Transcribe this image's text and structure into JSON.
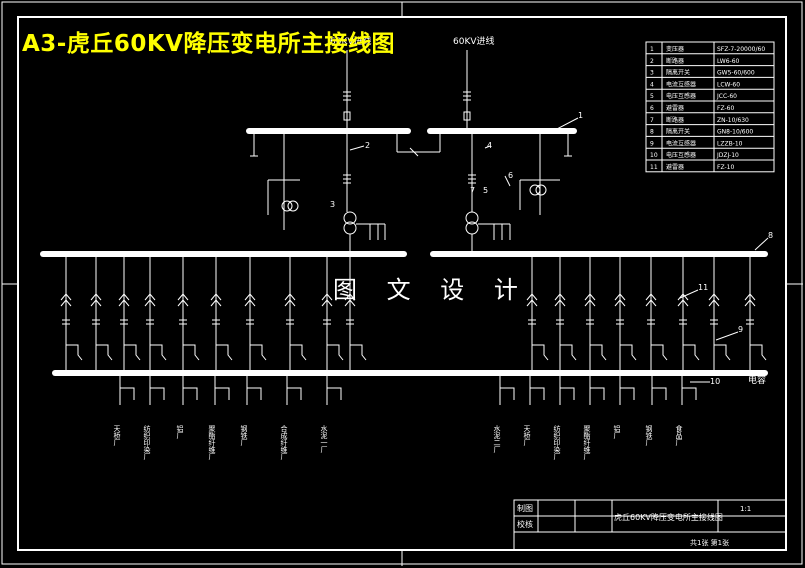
{
  "title": "A3-虎丘60KV降压变电所主接线图",
  "watermark": "图 文 设 计",
  "incoming_labels": [
    "60KV进线",
    "60KV进线"
  ],
  "bus_numbers": [
    "1",
    "2",
    "3",
    "4",
    "5",
    "6",
    "7",
    "8",
    "9",
    "10",
    "11"
  ],
  "capacitor_label": "电容",
  "feeders_left": [
    "天桥厂",
    "纺织印染厂",
    "铝厂",
    "聚酯纤维厂",
    "钢铁厂",
    "合成纤维厂",
    "水泥一厂"
  ],
  "feeders_right": [
    "水泥二厂",
    "天桥厂",
    "纺织印染厂",
    "聚酯纤维厂",
    "铝厂",
    "钢铁厂",
    "食品厂"
  ],
  "equipment_table": {
    "rows": [
      [
        "1",
        "变压器",
        "SFZ-7-20000/60"
      ],
      [
        "2",
        "断路器",
        "LW6-60"
      ],
      [
        "3",
        "隔离开关",
        "GW5-60/600"
      ],
      [
        "4",
        "电流互感器",
        "LCW-60"
      ],
      [
        "5",
        "电压互感器",
        "JCC-60"
      ],
      [
        "6",
        "避雷器",
        "FZ-60"
      ],
      [
        "7",
        "断路器",
        "ZN-10/630"
      ],
      [
        "8",
        "隔离开关",
        "GN8-10/600"
      ],
      [
        "9",
        "电流互感器",
        "LZZB-10"
      ],
      [
        "10",
        "电压互感器",
        "JDZJ-10"
      ],
      [
        "11",
        "避雷器",
        "FZ-10"
      ]
    ]
  },
  "title_block": {
    "designed": "制图",
    "checked": "校核",
    "drawing_name": "虎丘60KV降压变电所主接线图",
    "scale": "1:1",
    "sheet": "共1张 第1张"
  }
}
